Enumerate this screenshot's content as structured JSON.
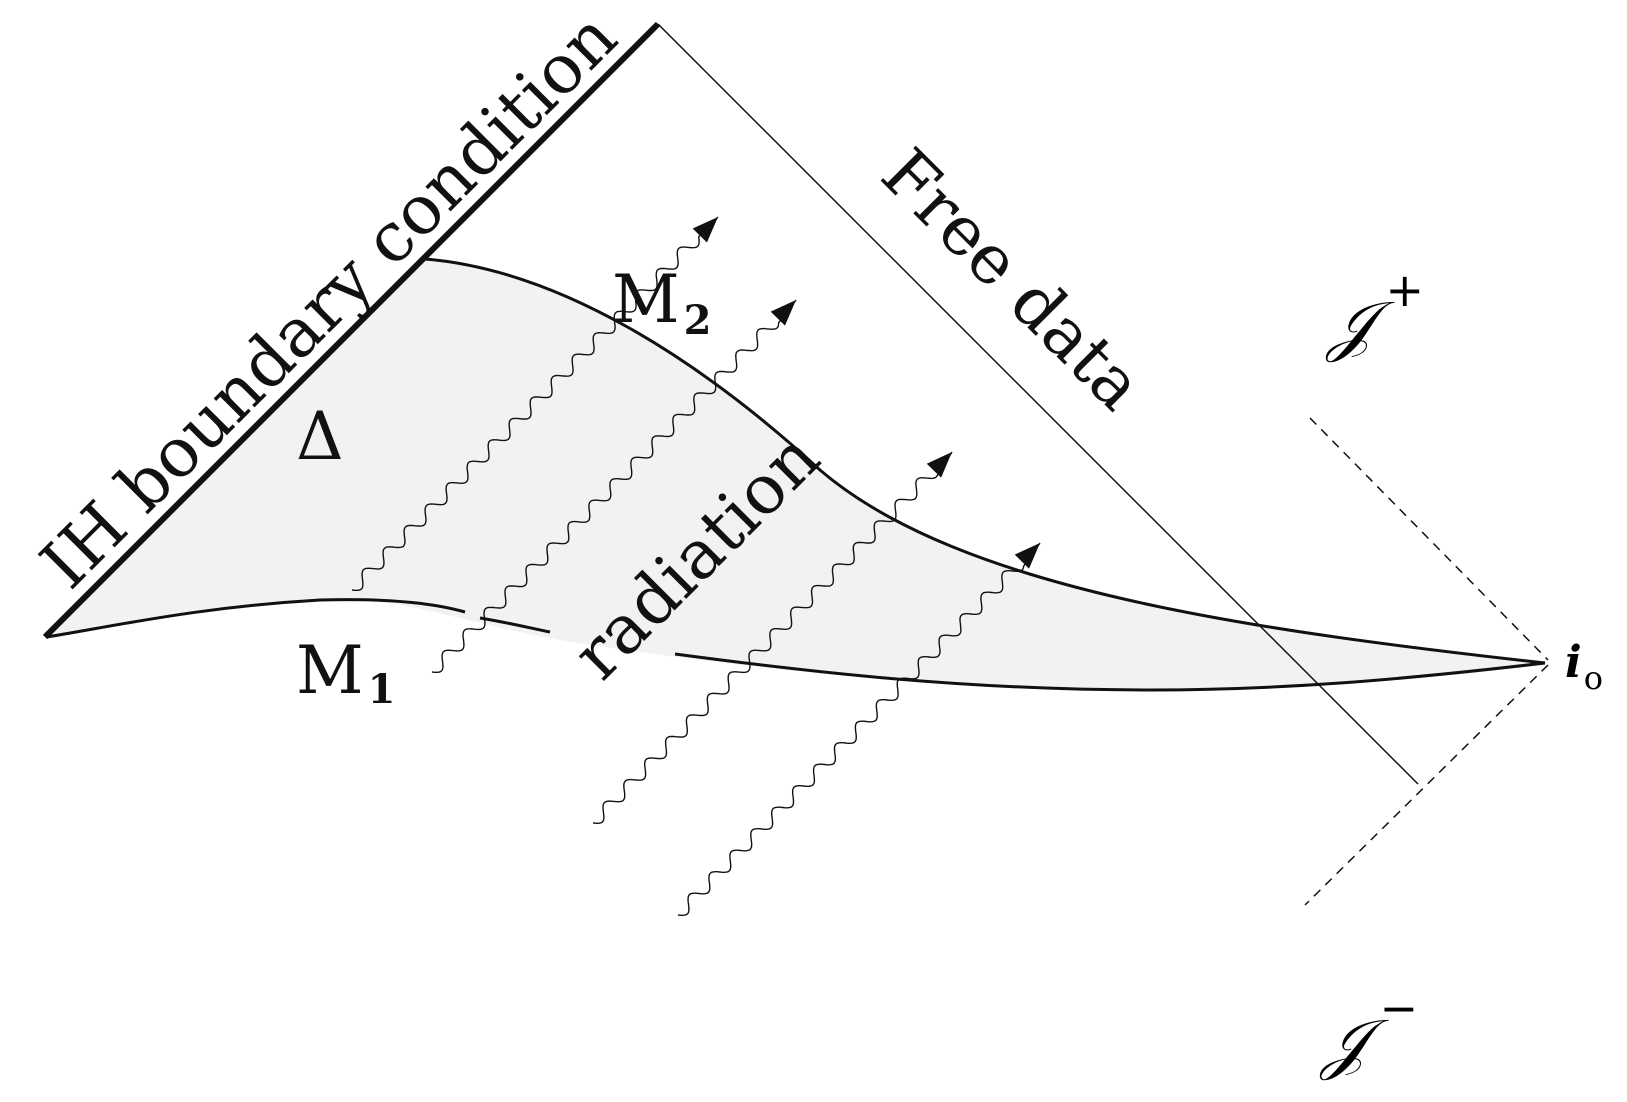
{
  "labels": {
    "ih_boundary": "IH boundary condition",
    "free_data": "Free data",
    "radiation": "radiation",
    "delta": "Δ",
    "m1": "M",
    "m1_sub": "1",
    "m2": "M",
    "m2_sub": "2",
    "scri_plus": "𝒥",
    "scri_plus_sup": "+",
    "scri_minus": "𝒥",
    "scri_minus_sup": "−",
    "i0": "i",
    "i0_sub": "o"
  },
  "colors": {
    "line": "#111111",
    "region_fill": "#f2f2f2",
    "background": "#ffffff"
  }
}
